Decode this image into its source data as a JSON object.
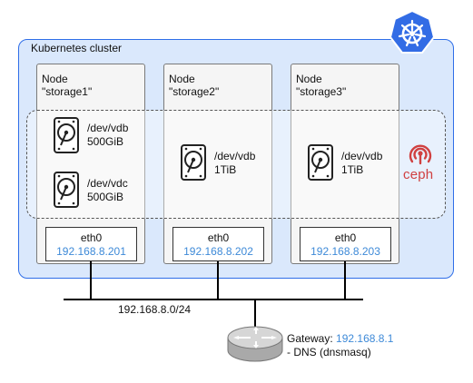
{
  "cluster": {
    "title": "Kubernetes cluster"
  },
  "nodes": [
    {
      "label": "Node",
      "name": "\"storage1\"",
      "disks": [
        {
          "device": "/dev/vdb",
          "size": "500GiB"
        },
        {
          "device": "/dev/vdc",
          "size": "500GiB"
        }
      ],
      "eth": {
        "name": "eth0",
        "ip": "192.168.8.201"
      }
    },
    {
      "label": "Node",
      "name": "\"storage2\"",
      "disks": [
        {
          "device": "/dev/vdb",
          "size": "1TiB"
        }
      ],
      "eth": {
        "name": "eth0",
        "ip": "192.168.8.202"
      }
    },
    {
      "label": "Node",
      "name": "\"storage3\"",
      "disks": [
        {
          "device": "/dev/vdb",
          "size": "1TiB"
        }
      ],
      "eth": {
        "name": "eth0",
        "ip": "192.168.8.203"
      }
    }
  ],
  "ceph": {
    "label": "ceph",
    "logo": "ceph-logo",
    "color": "#d04040"
  },
  "kubernetes_logo": "kubernetes-icon",
  "network": {
    "subnet": "192.168.8.0/24"
  },
  "gateway": {
    "label": "Gateway:",
    "ip": "192.168.8.1",
    "note": "- DNS (dnsmasq)",
    "icon": "router-icon"
  },
  "colors": {
    "cluster_fill": "#dae8fc",
    "cluster_border": "#2f6ee8",
    "ip_text": "#3e8ad8",
    "k8s_blue": "#326ce5"
  }
}
